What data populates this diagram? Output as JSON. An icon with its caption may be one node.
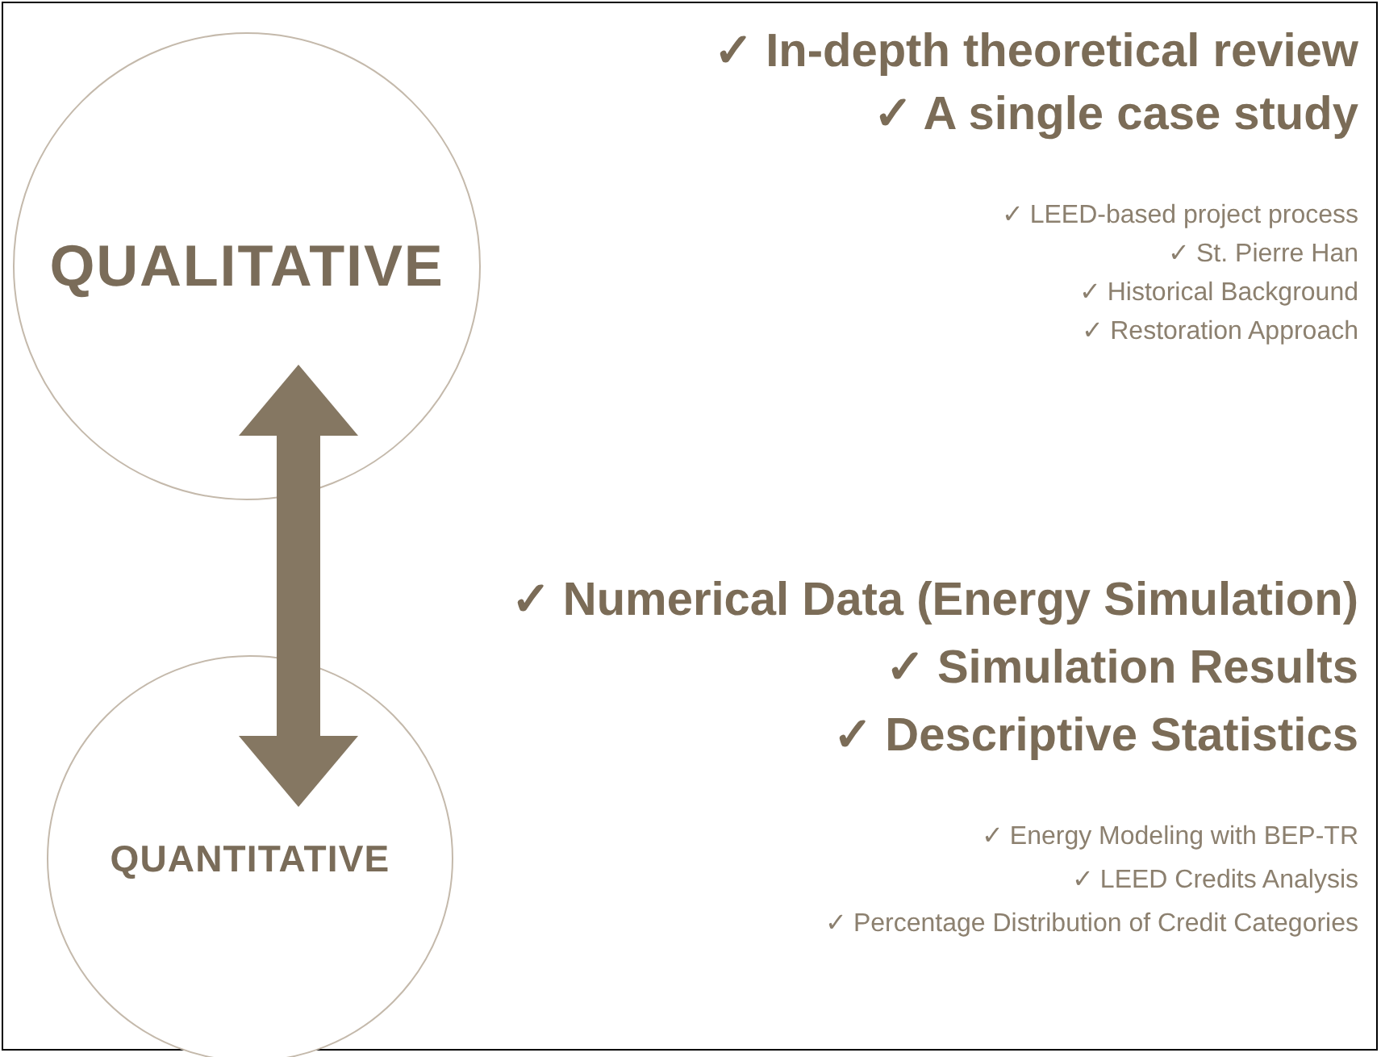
{
  "diagram": {
    "nodes": [
      {
        "text": [
          "QUALITATIVE"
        ]
      },
      {
        "text": [
          "QUANTITATIVE"
        ]
      }
    ],
    "edges": [
      {
        "from": 0,
        "to": 1,
        "arrow": "both"
      }
    ],
    "labels": [
      "✓ In-depth theoretical review",
      "✓ A single case study",
      "✓ LEED-based project process",
      "✓ St. Pierre Han",
      "✓ Historical Background",
      "✓ Restoration Approach",
      "✓ Numerical Data (Energy Simulation)",
      "✓ Simulation Results",
      "✓ Descriptive Statistics",
      "✓ Energy Modeling with BEP-TR",
      "✓ LEED Credits Analysis",
      "✓ Percentage Distribution of Credit Categories"
    ]
  }
}
